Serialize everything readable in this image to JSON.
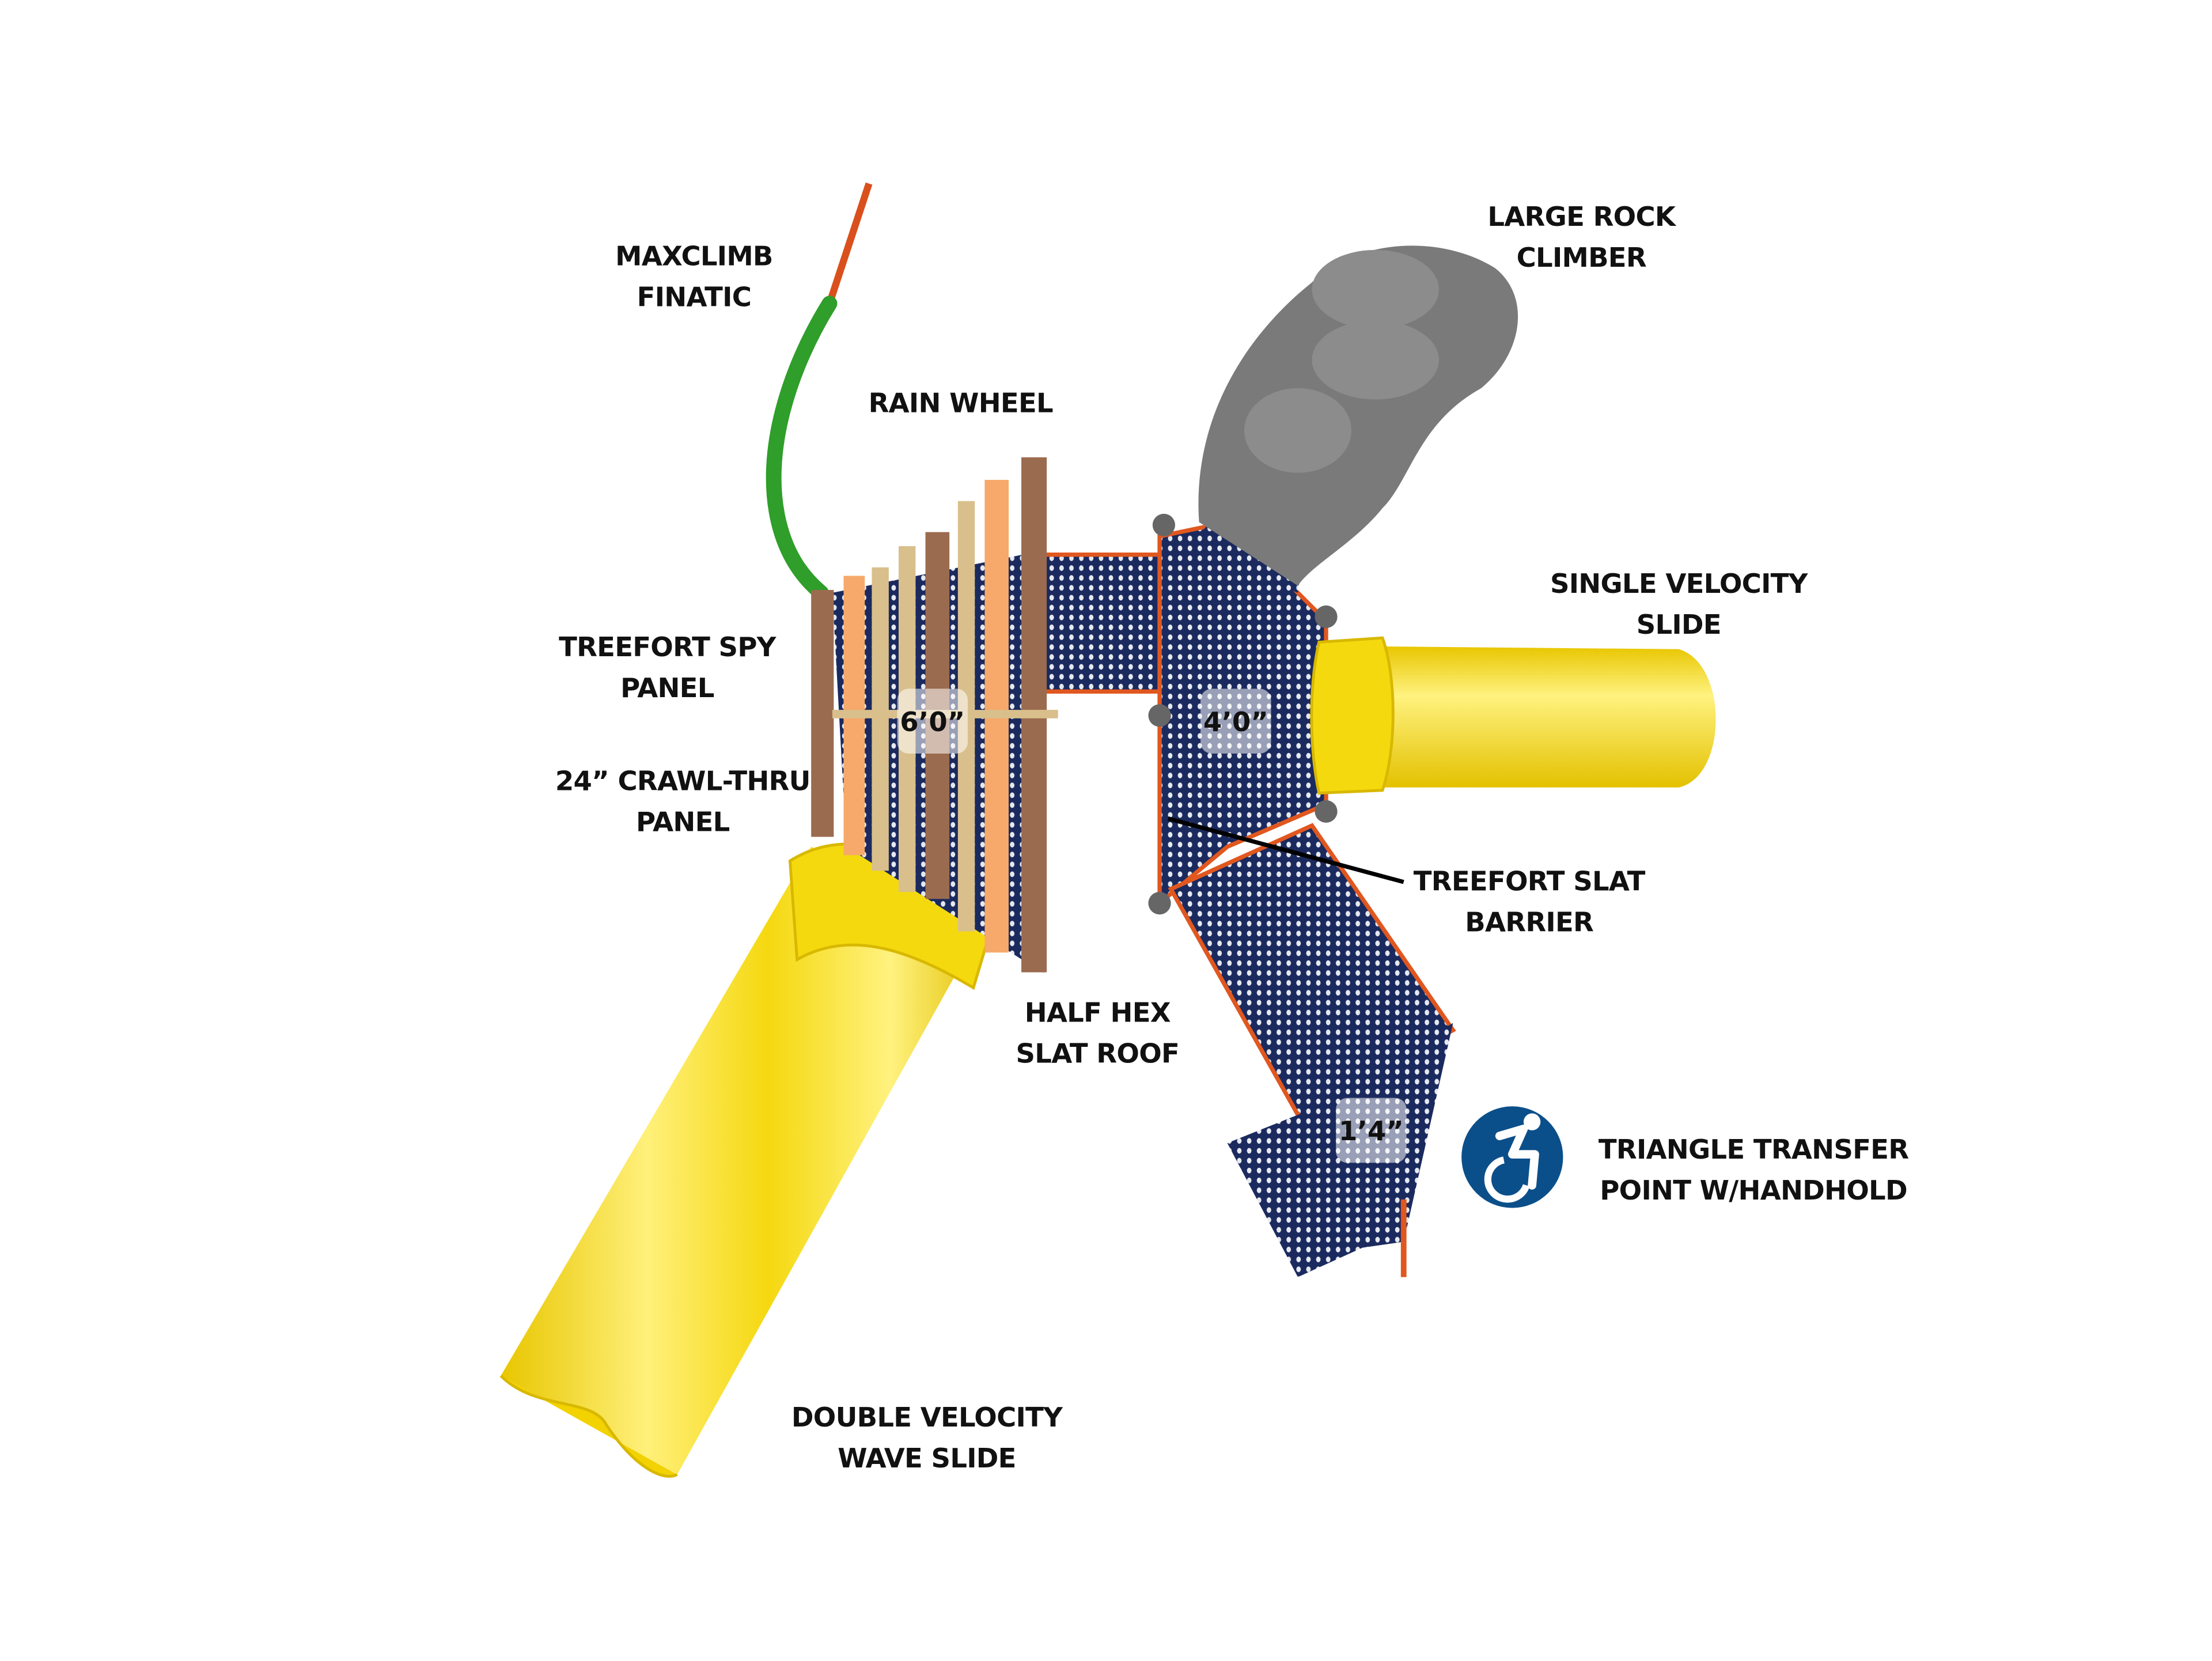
{
  "labels": {
    "maxclimb": [
      "MAXCLIMB",
      "FINATIC"
    ],
    "rain_wheel": [
      "RAIN WHEEL"
    ],
    "rock_climber": [
      "LARGE ROCK",
      "CLIMBER"
    ],
    "single_slide": [
      "SINGLE VELOCITY",
      "SLIDE"
    ],
    "spy_panel": [
      "TREEFORT SPY",
      "PANEL"
    ],
    "crawl_thru": [
      "24” CRAWL-THRU",
      "PANEL"
    ],
    "half_hex": [
      "HALF HEX",
      "SLAT ROOF"
    ],
    "slat_barrier": [
      "TREEFORT SLAT",
      "BARRIER"
    ],
    "transfer_point": [
      "TRIANGLE TRANSFER",
      "POINT W/HANDHOLD"
    ],
    "double_slide": [
      "DOUBLE VELOCITY",
      "WAVE SLIDE"
    ]
  },
  "deck_heights": {
    "main": "6’0”",
    "secondary": "4’0”",
    "transfer": "1’4”"
  },
  "icons": {
    "accessibility": "wheelchair-icon"
  },
  "colors": {
    "deck": "#1b2a5e",
    "frame": "#e0571f",
    "slide": "#f7dc1a",
    "rock": "#7a7a7a",
    "wood_dark": "#9b6b4f",
    "wood_orange": "#f6a96a",
    "wood_light": "#d9bf8c",
    "climber_green": "#2f9e2a",
    "access_blue": "#0b4f8a"
  }
}
